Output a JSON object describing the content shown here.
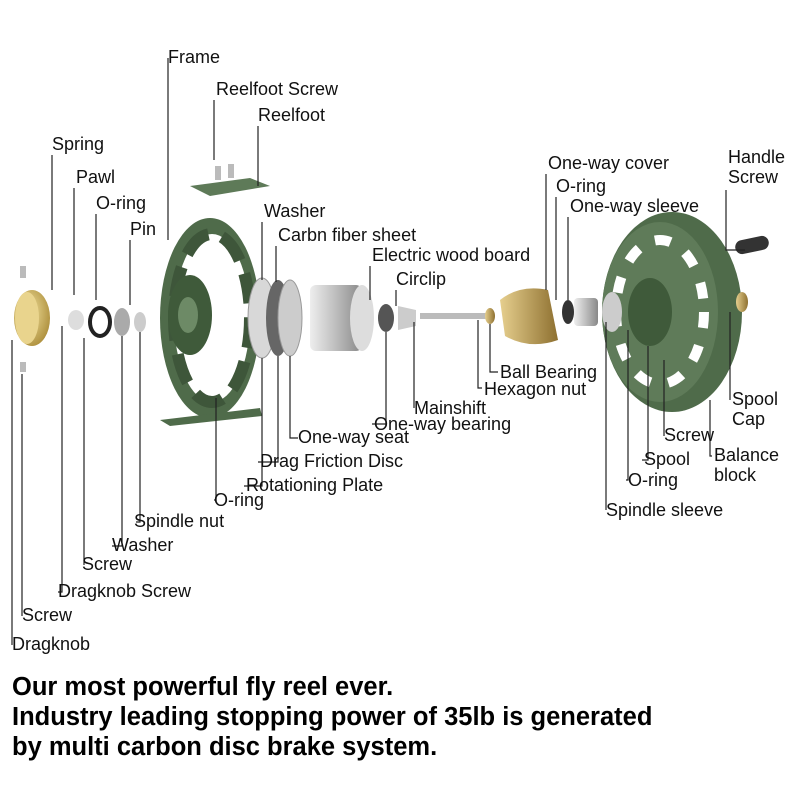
{
  "labels": {
    "frame": "Frame",
    "reelfoot_screw": "Reelfoot Screw",
    "reelfoot": "Reelfoot",
    "spring": "Spring",
    "pawl": "Pawl",
    "oring_left": "O-ring",
    "pin": "Pin",
    "washer_top": "Washer",
    "carbon_sheet": "Carbn fiber sheet",
    "wood_board": "Electric wood board",
    "circlip": "Circlip",
    "oneway_cover": "One-way cover",
    "oring_right_top": "O-ring",
    "oneway_sleeve": "One-way sleeve",
    "handle_screw_1": "Handle",
    "handle_screw_2": "Screw",
    "ball_bearing": "Ball Bearing",
    "hexagon_nut": "Hexagon nut",
    "mainshift": "Mainshift",
    "oneway_bearing": "One-way bearing",
    "oneway_seat": "One-way seat",
    "drag_disc": "Drag Friction Disc",
    "rot_plate": "Rotationing Plate",
    "oring_mid": "O-ring",
    "spindle_nut": "Spindle nut",
    "washer_bottom": "Washer",
    "screw_1": "Screw",
    "dragknob_screw": "Dragknob Screw",
    "screw_2": "Screw",
    "dragknob": "Dragknob",
    "spool_cap_1": "Spool",
    "spool_cap_2": "Cap",
    "screw_right": "Screw",
    "balance_1": "Balance",
    "balance_2": "block",
    "spool": "Spool",
    "oring_right_bottom": "O-ring",
    "spindle_sleeve": "Spindle sleeve"
  },
  "tagline": [
    "Our most powerful fly reel ever.",
    "Industry leading stopping power of 35lb is generated",
    "by multi carbon disc brake system."
  ],
  "colors": {
    "frame_green": "#4f6b4a",
    "gold": "#c9a64a",
    "silver": "#c8c8c8"
  }
}
